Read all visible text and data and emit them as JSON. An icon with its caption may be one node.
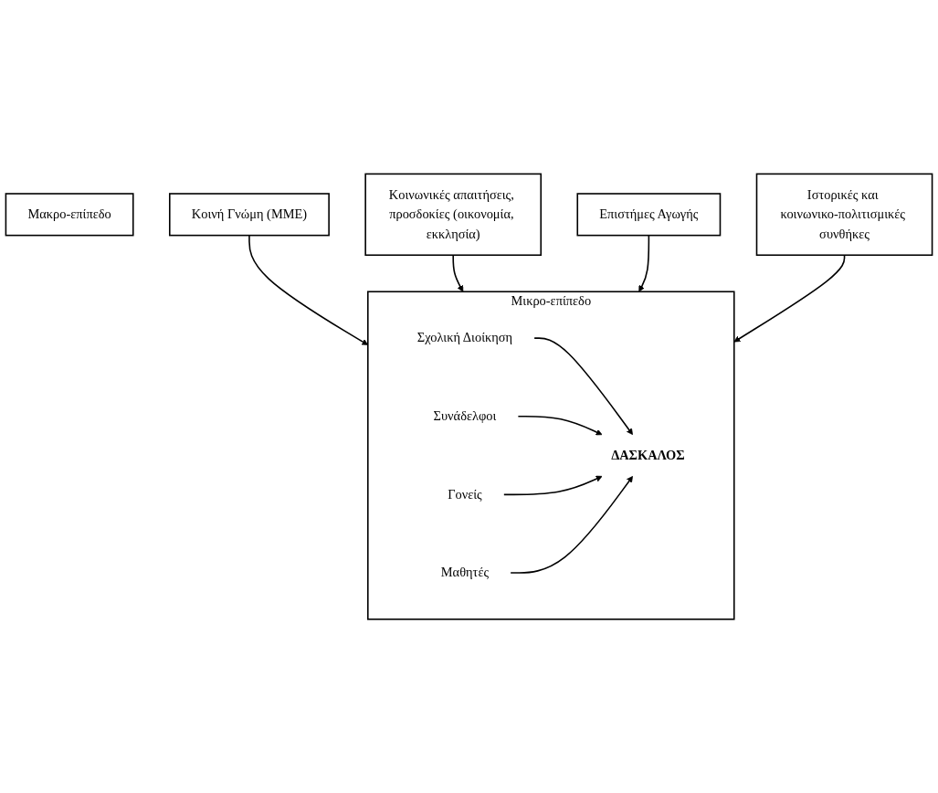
{
  "diagram": {
    "nodes": [
      {
        "text": [
          "Μακρο-επίπεδο"
        ]
      },
      {
        "text": [
          "Κοινή Γνώμη (ΜΜΕ)"
        ]
      },
      {
        "text": [
          "Κοινωνικές απαιτήσεις, προσδοκίες (οικονομία, εκκλησία)"
        ]
      },
      {
        "text": [
          "Μικρο-επίπεδο"
        ]
      },
      {
        "text": [
          "Σχολική Διοίκηση"
        ],
        "in": 3
      },
      {
        "text": [
          "Συνάδελφοι"
        ],
        "in": 3
      },
      {
        "text": [
          "ΔΑΣΚΑΛΟΣ"
        ],
        "in": 3
      },
      {
        "text": [
          "Γονείς"
        ],
        "in": 3
      },
      {
        "text": [
          "Μαθητές"
        ],
        "in": 3
      },
      {
        "text": [
          "Επιστήμες Αγωγής"
        ]
      },
      {
        "text": [
          "Ιστορικές και κοινωνικο-πολιτισμικές συνθήκες"
        ]
      }
    ],
    "edges": [
      {
        "from": 1,
        "to": 3,
        "arrow": "to"
      },
      {
        "from": 2,
        "to": 3,
        "arrow": "to"
      },
      {
        "from": 4,
        "to": 6,
        "arrow": "to"
      },
      {
        "from": 5,
        "to": 6,
        "arrow": "to"
      },
      {
        "from": 7,
        "to": 6,
        "arrow": "to"
      },
      {
        "from": 8,
        "to": 6,
        "arrow": "to"
      },
      {
        "from": 9,
        "to": 3,
        "arrow": "to"
      },
      {
        "from": 10,
        "to": 3,
        "arrow": "to"
      }
    ]
  }
}
